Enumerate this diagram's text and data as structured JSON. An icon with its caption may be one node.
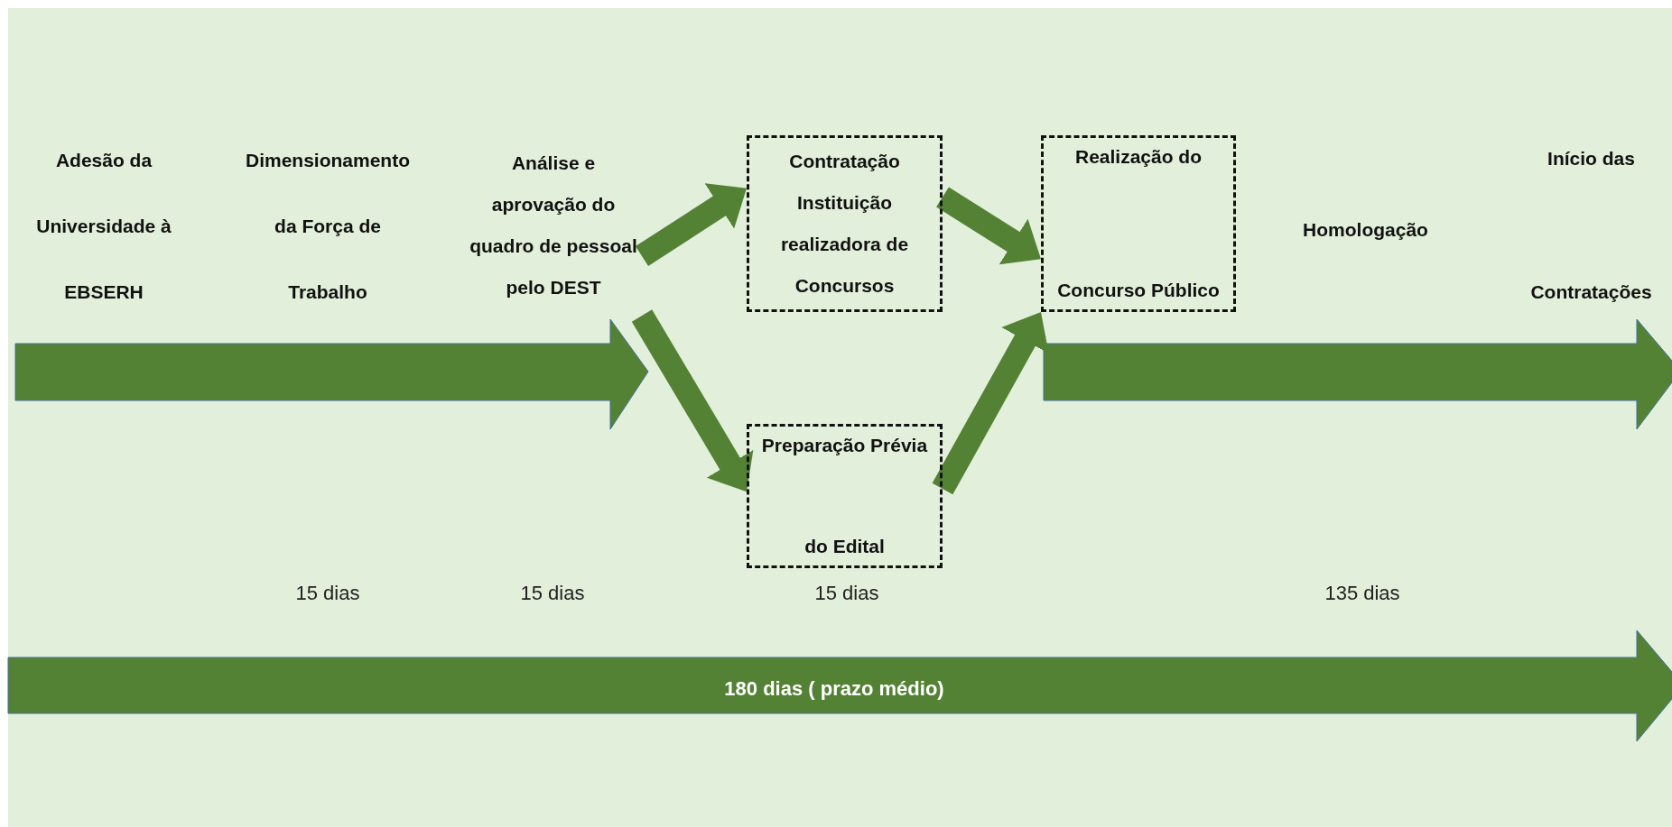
{
  "diagram": {
    "nodes": [
      {
        "text": [
          "Adesão da Universidade à EBSERH"
        ]
      },
      {
        "text": [
          "Dimensionamento da Força de Trabalho"
        ]
      },
      {
        "text": [
          "Análise e aprovação do quadro de pessoal pelo DEST"
        ]
      },
      {
        "text": [
          "Contratação Instituição realizadora de Concursos"
        ]
      },
      {
        "text": [
          "Realização do Concurso Público"
        ]
      },
      {
        "text": [
          "Preparação Prévia do Edital"
        ],
        "beside": [
          "15 dias"
        ]
      },
      {
        "text": [
          "Homologação"
        ]
      },
      {
        "text": [
          "Início das Contratações"
        ]
      }
    ],
    "edges": [
      {
        "from": 2,
        "to": 3,
        "arrow": "to"
      },
      {
        "from": 2,
        "to": 5,
        "arrow": "to"
      },
      {
        "from": 3,
        "to": 4,
        "arrow": "to"
      },
      {
        "from": 5,
        "to": 4,
        "arrow": "to"
      }
    ],
    "labels": [
      "15 dias",
      "15 dias",
      "135 dias",
      "180 dias ( prazo médio)"
    ]
  }
}
